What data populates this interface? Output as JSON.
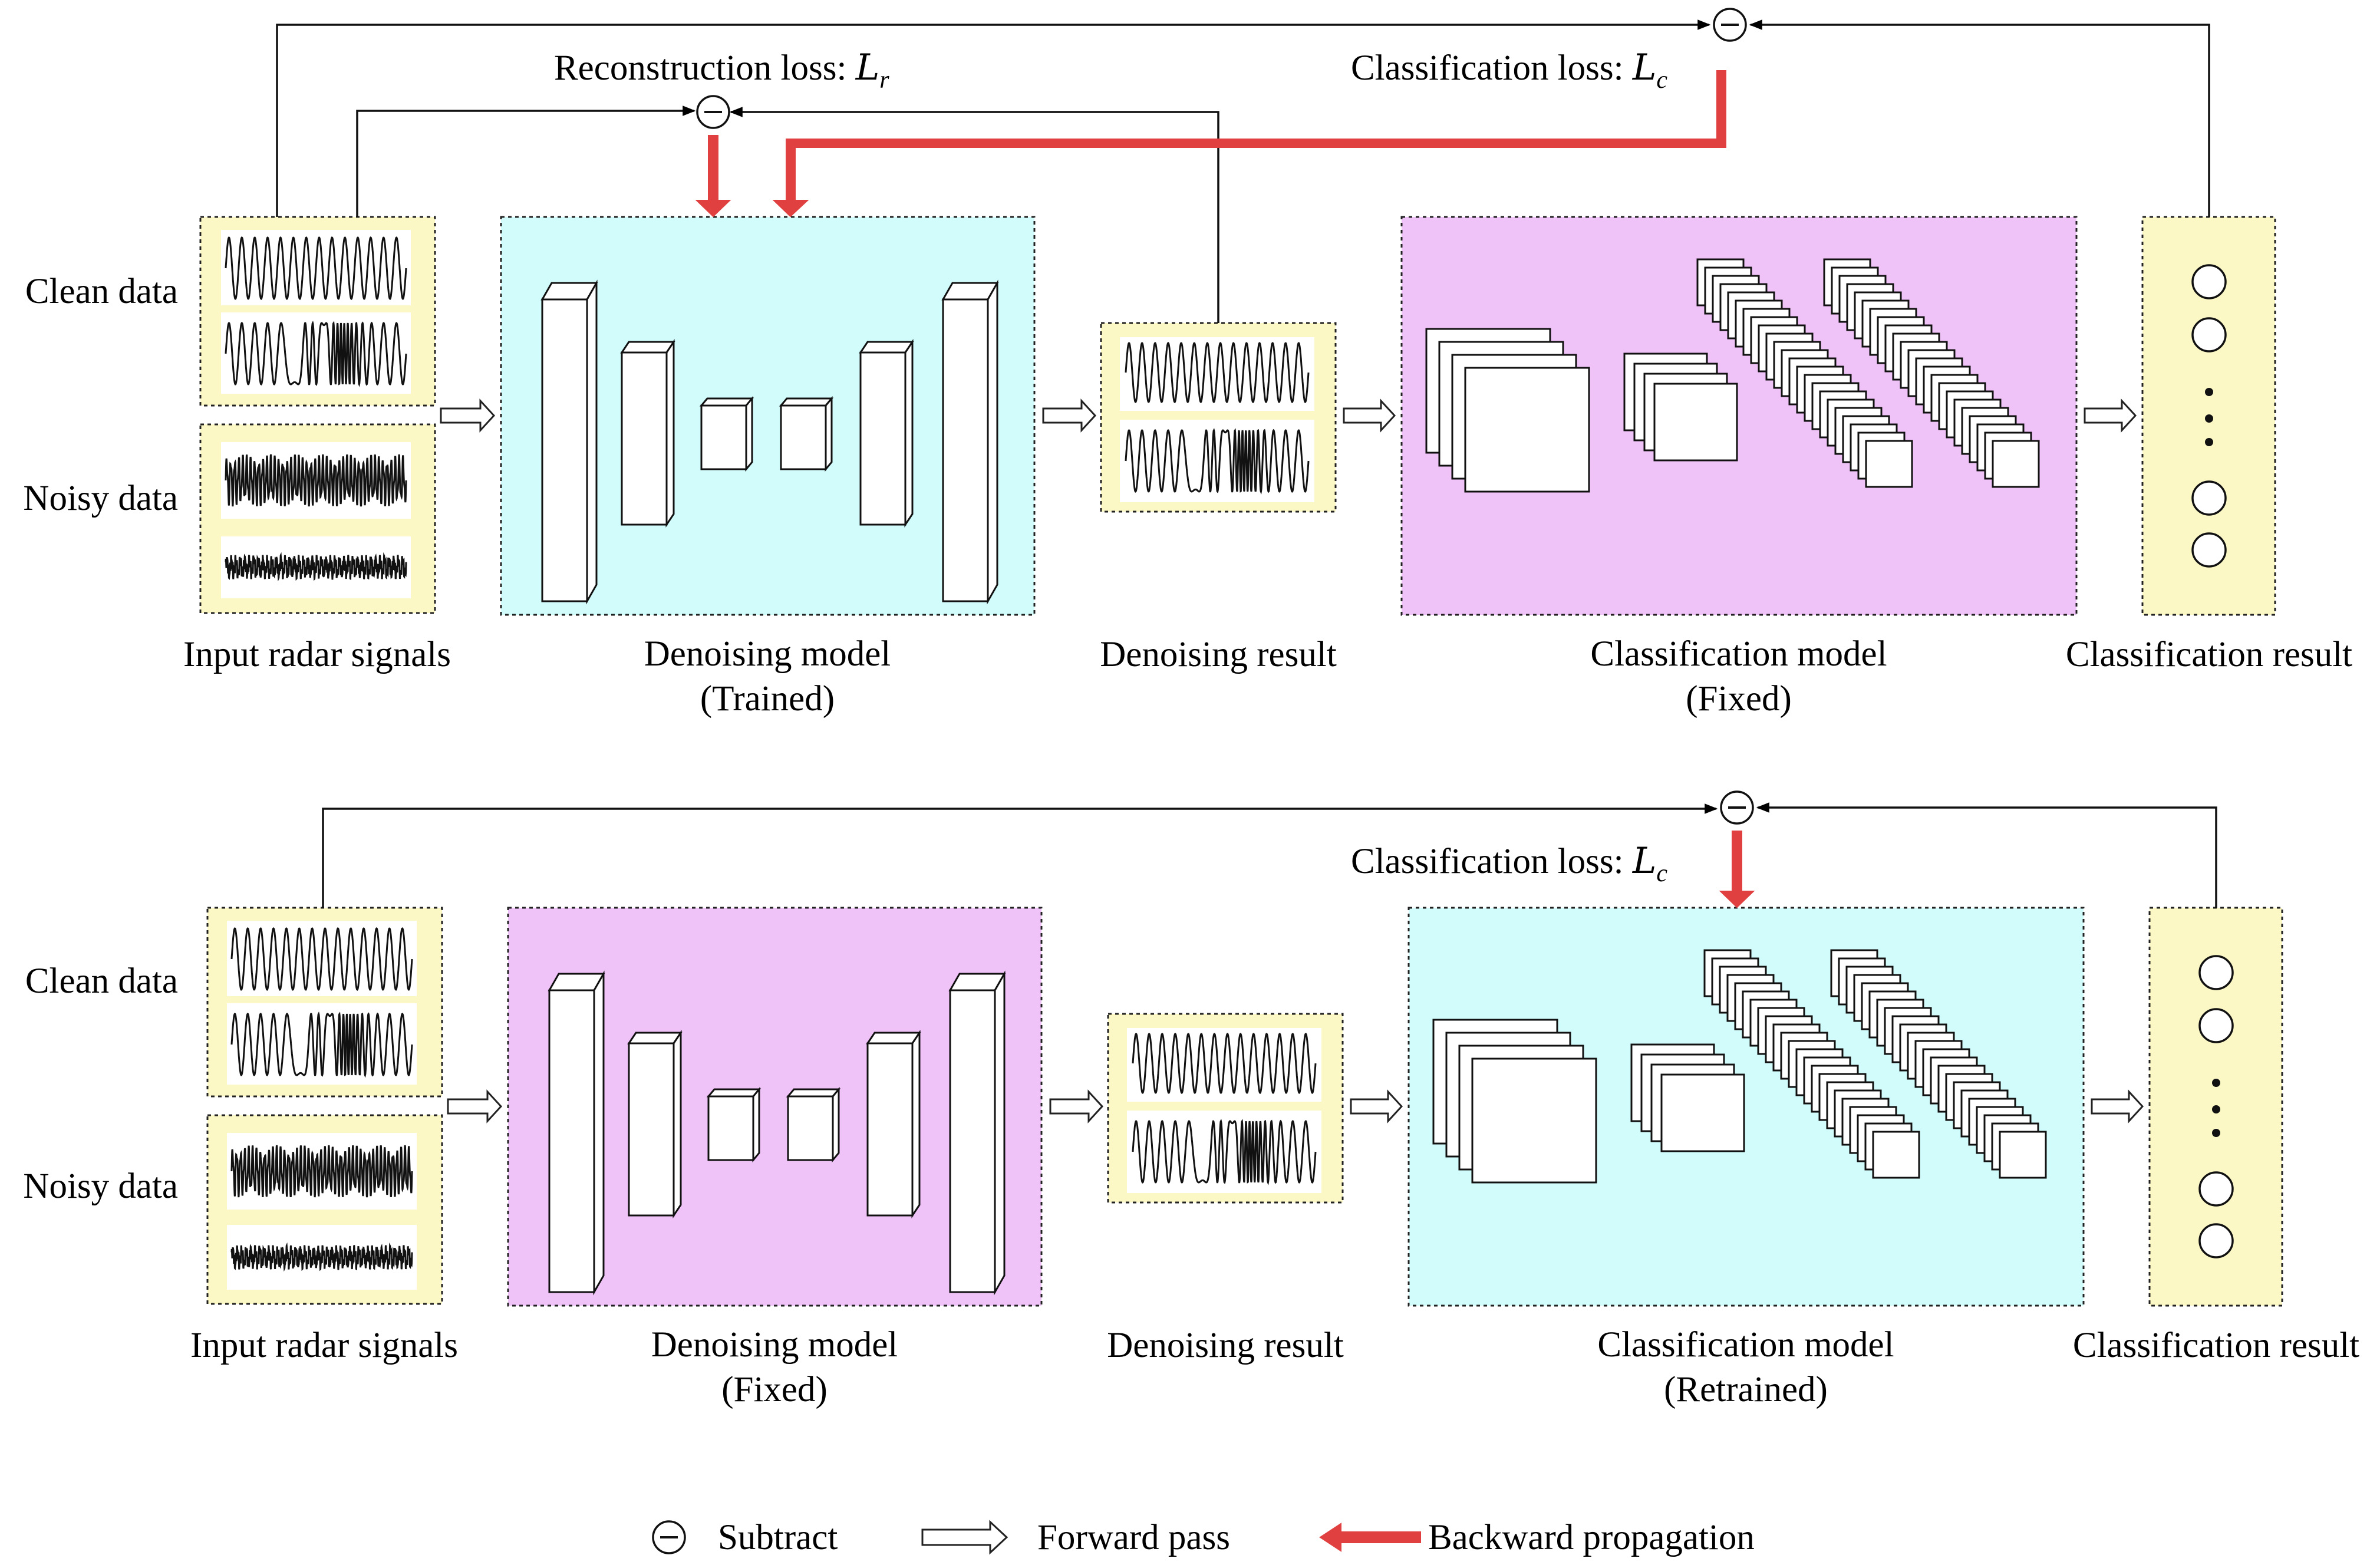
{
  "panel_top": {
    "recon_loss_text": "Reconstruction loss: ",
    "recon_loss_symbol": "L",
    "recon_loss_sub": "r",
    "class_loss_text": "Classification loss: ",
    "class_loss_symbol": "L",
    "class_loss_sub": "c",
    "clean_label": "Clean data",
    "noisy_label": "Noisy data",
    "input_label": "Input radar signals",
    "denoise_model_label": "Denoising model",
    "denoise_model_state": "(Trained)",
    "denoise_result_label": "Denoising result",
    "class_model_label": "Classification model",
    "class_model_state": "(Fixed)",
    "class_result_label": "Classification result"
  },
  "panel_bottom": {
    "class_loss_text": "Classification loss: ",
    "class_loss_symbol": "L",
    "class_loss_sub": "c",
    "clean_label": "Clean data",
    "noisy_label": "Noisy data",
    "input_label": "Input radar signals",
    "denoise_model_label": "Denoising model",
    "denoise_model_state": "(Fixed)",
    "denoise_result_label": "Denoising result",
    "class_model_label": "Classification model",
    "class_model_state": "(Retrained)",
    "class_result_label": "Classification result"
  },
  "legend": {
    "subtract_label": "Subtract",
    "forward_label": "Forward pass",
    "backward_label": "Backward propagation"
  },
  "colors": {
    "signal_panel": "#fbf8c6",
    "trained_panel": "#d2fbfb",
    "fixed_panel": "#efc2f8",
    "backward_arrow": "#e04040",
    "line": "#000000"
  }
}
